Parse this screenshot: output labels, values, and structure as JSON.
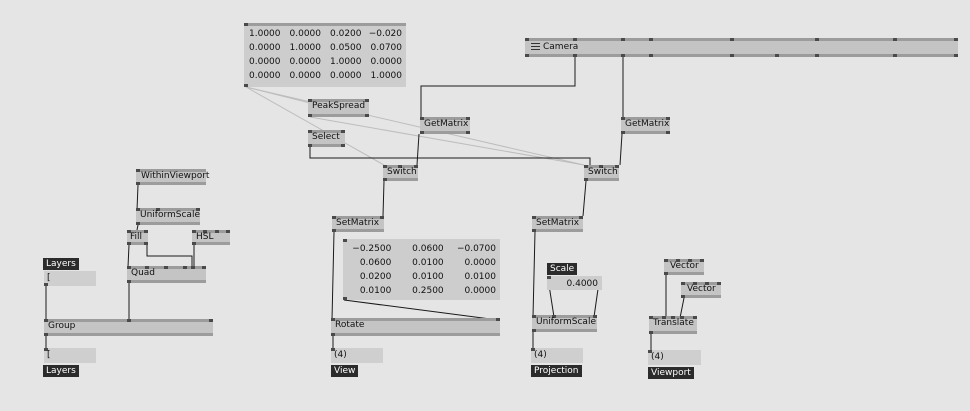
{
  "nodes": {
    "camera": "Camera",
    "peak_spread": "PeakSpread",
    "select": "Select",
    "get_matrix_1": "GetMatrix",
    "get_matrix_2": "GetMatrix",
    "switch_1": "Switch",
    "switch_2": "Switch",
    "set_matrix_1": "SetMatrix",
    "set_matrix_2": "SetMatrix",
    "within_viewport": "WithinViewport",
    "uniform_scale_1": "UniformScale",
    "fill": "Fill",
    "hsl": "HSL",
    "quad": "Quad",
    "group": "Group",
    "rotate": "Rotate",
    "uniform_scale_2": "UniformScale",
    "vector_1": "Vector",
    "vector_2": "Vector",
    "translate": "Translate"
  },
  "io_labels": {
    "layers_in": "Layers",
    "layers_out": "Layers",
    "view": "View",
    "projection": "Projection",
    "viewport": "Viewport",
    "scale": "Scale"
  },
  "io_values": {
    "layers_in": "[",
    "layers_out": "[",
    "view": "(4)",
    "projection": "(4)",
    "viewport": "(4)",
    "scale": "0.4000"
  },
  "matrix_top": [
    [
      "1.0000",
      "0.0000",
      "0.0200",
      "−0.020"
    ],
    [
      "0.0000",
      "1.0000",
      "0.0500",
      "0.0700"
    ],
    [
      "0.0000",
      "0.0000",
      "1.0000",
      "0.0000"
    ],
    [
      "0.0000",
      "0.0000",
      "0.0000",
      "1.0000"
    ]
  ],
  "matrix_rotate": [
    [
      "−0.2500",
      "0.0600",
      "−0.0700"
    ],
    [
      "0.0600",
      "0.0100",
      "0.0000"
    ],
    [
      "0.0200",
      "0.0100",
      "0.0100"
    ],
    [
      "0.0100",
      "0.2500",
      "0.0000"
    ]
  ],
  "colors": {
    "background": "#e5e5e5",
    "node_fill": "#c4c4c4",
    "pin_bar": "#9c9c9c",
    "pin": "#4a4a4a",
    "io_label": "#2b2b2b",
    "link": "#1a1a1a",
    "faint_link": "#bdbdbd"
  }
}
